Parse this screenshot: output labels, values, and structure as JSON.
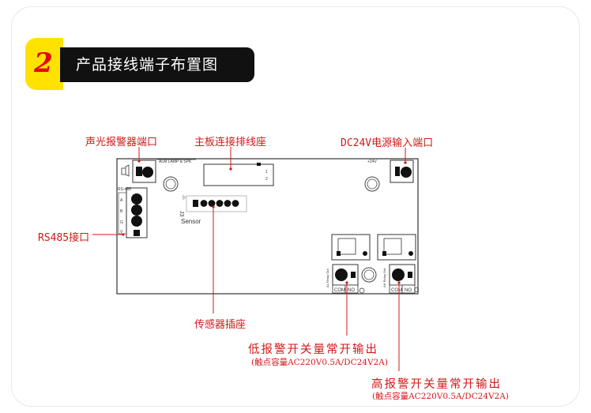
{
  "header": {
    "number": "2",
    "title": "产品接线端子布置图"
  },
  "labels": {
    "alarm_port": "声光报警器端口",
    "ribbon_socket": "主板连接排线座",
    "power_port": "DC24V电源输入端口",
    "rs485": "RS485接口",
    "sensor_socket": "传感器插座",
    "low_output": "低报警开关量常开输出",
    "low_rating": "(触点容量AC220V0.5A/DC24V2A)",
    "high_output": "高报警开关量常开输出",
    "high_rating": "(触点容量AC220V0.5A/DC24V2A)"
  },
  "board": {
    "j3": "J3",
    "sensor": "Sensor",
    "alm": "ALM LAMP & SPK",
    "rs485": "RS-485",
    "dc24v": "+24V",
    "pins": [
      "1",
      "2"
    ],
    "rs_pins": [
      "A",
      "B",
      "G",
      "V"
    ],
    "com": "COM",
    "no": "NO",
    "relay_tag": "AL Relay Out",
    "relay_tag2": "AH Relay Out"
  },
  "colors": {
    "accent": "#d11919",
    "header_yellow": "#ffe200",
    "header_black": "#111111"
  }
}
